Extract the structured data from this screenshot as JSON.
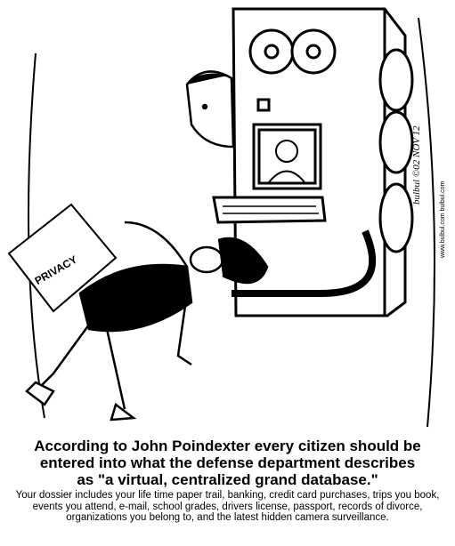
{
  "cartoon": {
    "paper_label": "PRIVACY",
    "artist_signature": "bulbul",
    "date_text": "©02 NOV 12",
    "website": "www.bulbul.com  bulbul.com"
  },
  "caption": {
    "line1": "According to John Poindexter every citizen should be",
    "line2": "entered into what the defense department describes",
    "line3": "as \"a virtual, centralized grand database.\"",
    "detail": "Your dossier includes your life time paper trail, banking, credit card purchases, trips you book, events you attend, e-mail, school grades, drivers license, passport, records of divorce, organizations you belong to, and the latest hidden camera surveillance."
  }
}
